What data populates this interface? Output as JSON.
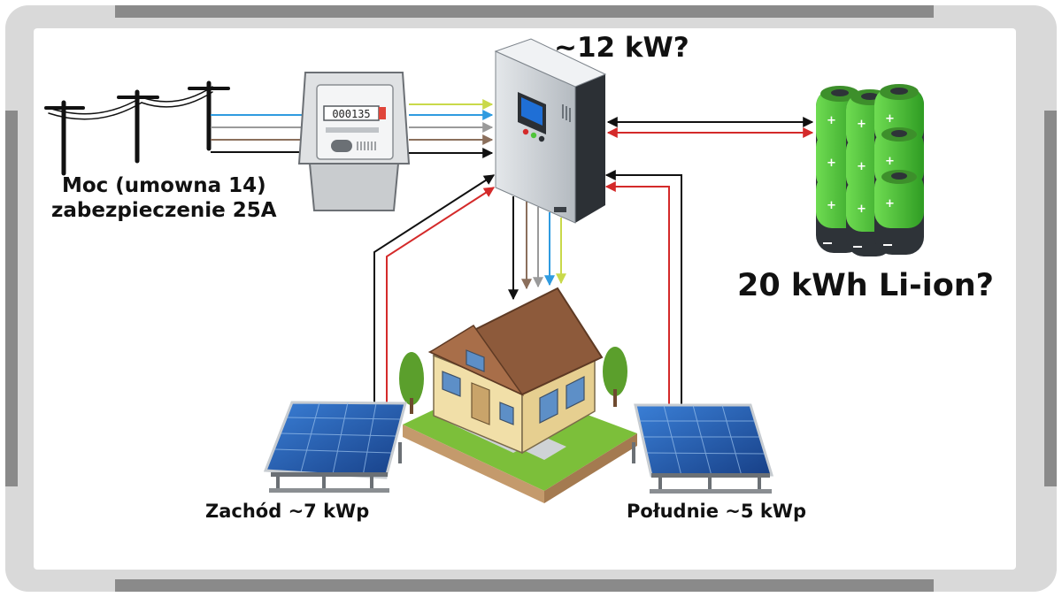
{
  "labels": {
    "grid_line1": "Moc (umowna 14)",
    "grid_line2": "zabezpieczenie 25A",
    "inverter_power": "~12 kW?",
    "battery_capacity": "20 kWh Li-ion?",
    "pv_west": "Zachód ~7 kWp",
    "pv_south": "Południe ~5 kWp"
  },
  "meter": {
    "digits": "000135"
  },
  "colors": {
    "frame": "#8a8a8a",
    "frame_light": "#d9d9d9",
    "wire_black": "#111111",
    "wire_red": "#d42a2a",
    "wire_blue": "#2f9be0",
    "wire_brown": "#8b6f5c",
    "wire_grey": "#9a9a9a",
    "wire_yellowgreen": "#c9d94a",
    "inverter_body": "#c7ccd1",
    "inverter_screen": "#1f6fd6",
    "battery_green": "#4fc43a",
    "battery_dark": "#2e3338",
    "panel_blue": "#1f5fb5",
    "roof": "#8d5a3b",
    "wall": "#f1dfa8",
    "grass": "#7cbf3a",
    "tree": "#5b9f2c"
  }
}
